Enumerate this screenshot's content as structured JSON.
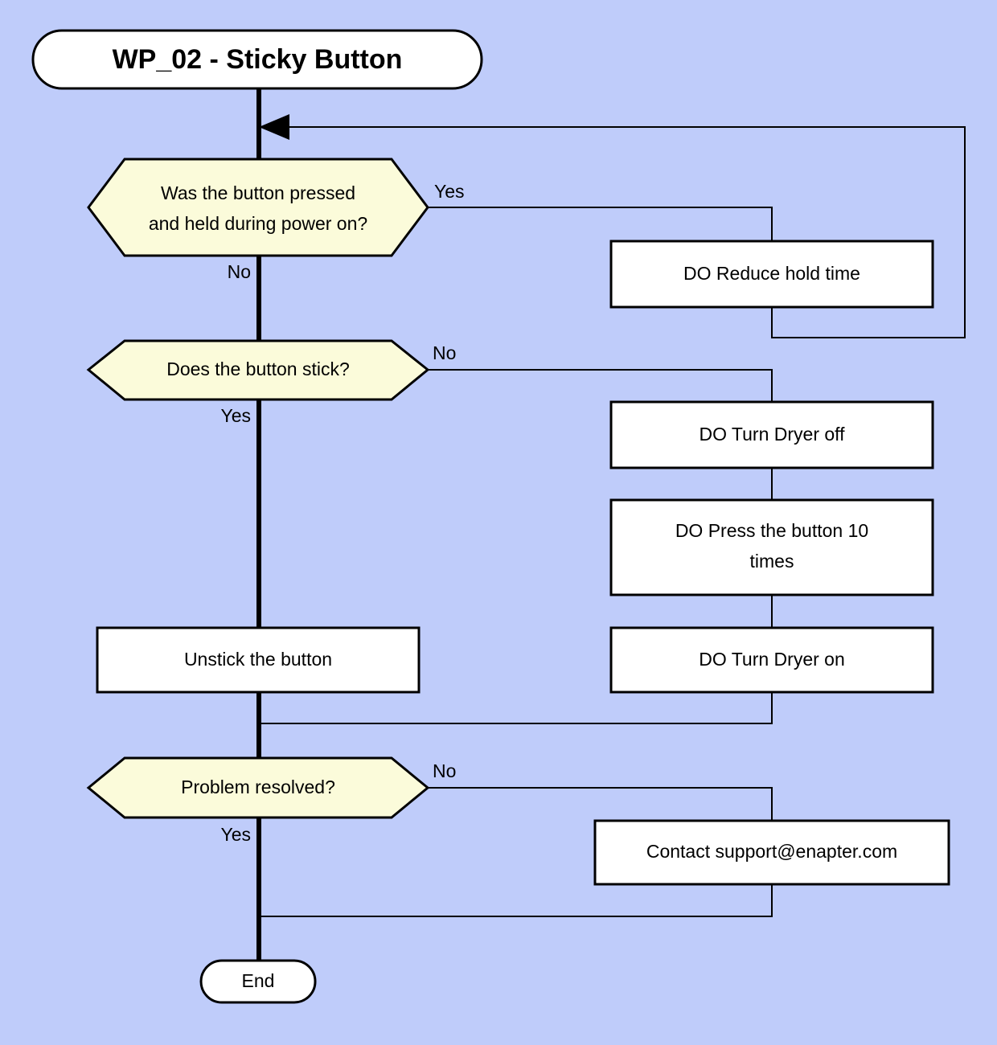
{
  "diagram": {
    "title": "WP_02 - Sticky Button",
    "background_color": "#bfccfa",
    "decision_fill": "#fbfbda",
    "process_fill": "#ffffff",
    "stroke_color": "#000000",
    "type": "flowchart"
  },
  "nodes": {
    "start": {
      "label": "WP_02 - Sticky Button",
      "shape": "stadium"
    },
    "d1": {
      "label_line1": "Was the button pressed",
      "label_line2": "and held during power on?",
      "shape": "hexagon"
    },
    "p1": {
      "label": "DO Reduce hold time",
      "shape": "rectangle"
    },
    "d2": {
      "label": "Does the button stick?",
      "shape": "hexagon"
    },
    "p2": {
      "label": "DO Turn Dryer off",
      "shape": "rectangle"
    },
    "p3": {
      "label_line1": "DO Press the button 10",
      "label_line2": "times",
      "shape": "rectangle"
    },
    "p4": {
      "label": "DO Turn Dryer on",
      "shape": "rectangle"
    },
    "p5": {
      "label": "Unstick the button",
      "shape": "rectangle"
    },
    "d3": {
      "label": "Problem resolved?",
      "shape": "hexagon"
    },
    "p6": {
      "label": "Contact support@enapter.com",
      "shape": "rectangle"
    },
    "end": {
      "label": "End",
      "shape": "stadium"
    }
  },
  "edge_labels": {
    "d1_yes": "Yes",
    "d1_no": "No",
    "d2_no": "No",
    "d2_yes": "Yes",
    "d3_no": "No",
    "d3_yes": "Yes"
  }
}
